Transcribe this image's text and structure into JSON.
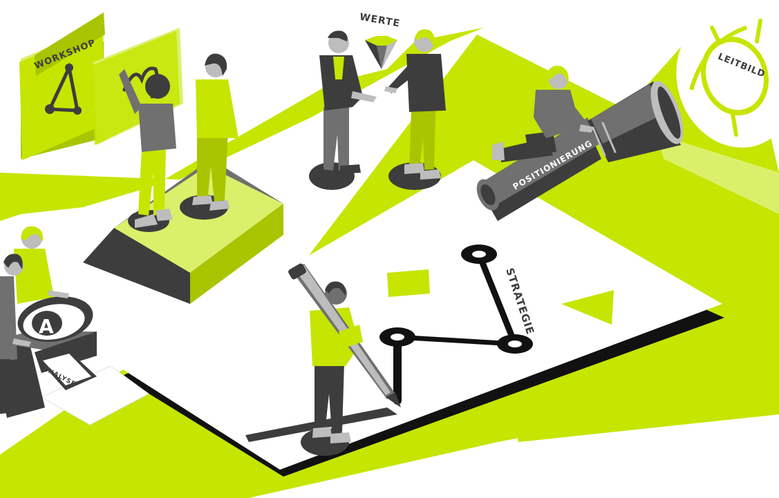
{
  "colors": {
    "lime": "#c6e500",
    "lime_light": "#dbf06a",
    "lime_dark": "#a9c400",
    "dark": "#3d3d3d",
    "mid": "#707070",
    "light": "#bdbdbd",
    "black": "#111111",
    "paper": "#ffffff"
  },
  "labels": {
    "workshop": "WORKSHOP",
    "werte": "WERTE",
    "leitbild": "LEITBILD",
    "positionierung": "POSITIONIERUNG",
    "strategie": "STRATEGIE",
    "analyse": "ANALYSE",
    "letter_a": "A"
  },
  "icons": [
    "diamond-icon",
    "triangle-network-icon",
    "letter-a-sign",
    "flashlight-icon",
    "pen-icon"
  ]
}
